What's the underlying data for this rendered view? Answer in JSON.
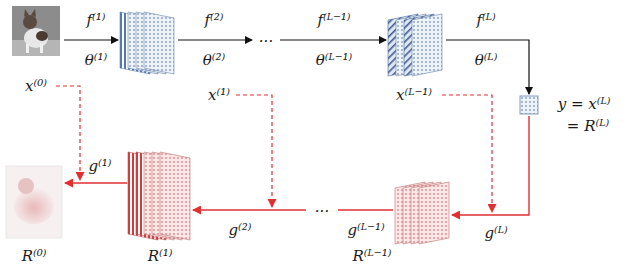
{
  "diagram": {
    "labels": [
      "f⁽¹⁾",
      "θ⁽¹⁾",
      "x⁽⁰⁾",
      "f⁽²⁾",
      "θ⁽²⁾",
      "x⁽¹⁾",
      "...",
      "f⁽ᴸ⁻¹⁾",
      "θ⁽ᴸ⁻¹⁾",
      "x⁽ᴸ⁻¹⁾",
      "f⁽ᴸ⁾",
      "θ⁽ᴸ⁾",
      "y = x⁽ᴸ⁾",
      "= R⁽ᴸ⁾",
      "g⁽ᴸ⁾",
      "R⁽ᴸ⁻¹⁾",
      "g⁽ᴸ⁻¹⁾",
      "...",
      "g⁽²⁾",
      "R⁽¹⁾",
      "g⁽¹⁾",
      "R⁽⁰⁾"
    ]
  }
}
